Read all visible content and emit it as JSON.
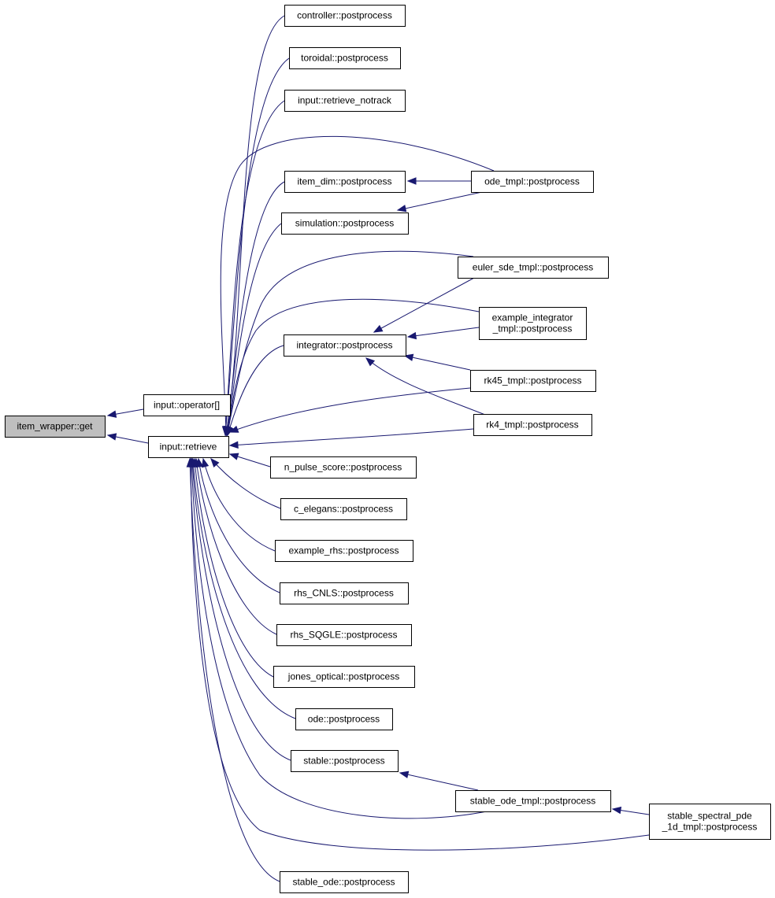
{
  "diagram": {
    "type": "call-graph",
    "colors": {
      "edge": "#191970",
      "root_fill": "#bfbfbf",
      "node_fill": "#ffffff",
      "node_border": "#000000"
    },
    "nodes": [
      {
        "id": "item_wrapper_get",
        "lines": [
          "item_wrapper::get"
        ],
        "root": true
      },
      {
        "id": "input_operator",
        "lines": [
          "input::operator[]"
        ]
      },
      {
        "id": "input_retrieve",
        "lines": [
          "input::retrieve"
        ]
      },
      {
        "id": "controller_pp",
        "lines": [
          "controller::postprocess"
        ]
      },
      {
        "id": "toroidal_pp",
        "lines": [
          "toroidal::postprocess"
        ]
      },
      {
        "id": "input_retrieve_notrack",
        "lines": [
          "input::retrieve_notrack"
        ]
      },
      {
        "id": "item_dim_pp",
        "lines": [
          "item_dim::postprocess"
        ]
      },
      {
        "id": "simulation_pp",
        "lines": [
          "simulation::postprocess"
        ]
      },
      {
        "id": "integrator_pp",
        "lines": [
          "integrator::postprocess"
        ]
      },
      {
        "id": "n_pulse_score_pp",
        "lines": [
          "n_pulse_score::postprocess"
        ]
      },
      {
        "id": "c_elegans_pp",
        "lines": [
          "c_elegans::postprocess"
        ]
      },
      {
        "id": "example_rhs_pp",
        "lines": [
          "example_rhs::postprocess"
        ]
      },
      {
        "id": "rhs_cnls_pp",
        "lines": [
          "rhs_CNLS::postprocess"
        ]
      },
      {
        "id": "rhs_sqgle_pp",
        "lines": [
          "rhs_SQGLE::postprocess"
        ]
      },
      {
        "id": "jones_optical_pp",
        "lines": [
          "jones_optical::postprocess"
        ]
      },
      {
        "id": "ode_pp",
        "lines": [
          "ode::postprocess"
        ]
      },
      {
        "id": "stable_pp",
        "lines": [
          "stable::postprocess"
        ]
      },
      {
        "id": "stable_ode_pp",
        "lines": [
          "stable_ode::postprocess"
        ]
      },
      {
        "id": "ode_tmpl_pp",
        "lines": [
          "ode_tmpl::postprocess"
        ]
      },
      {
        "id": "euler_sde_tmpl_pp",
        "lines": [
          "euler_sde_tmpl::postprocess"
        ]
      },
      {
        "id": "example_integrator_tmpl_pp",
        "lines": [
          "example_integrator",
          "_tmpl::postprocess"
        ]
      },
      {
        "id": "rk45_tmpl_pp",
        "lines": [
          "rk45_tmpl::postprocess"
        ]
      },
      {
        "id": "rk4_tmpl_pp",
        "lines": [
          "rk4_tmpl::postprocess"
        ]
      },
      {
        "id": "stable_ode_tmpl_pp",
        "lines": [
          "stable_ode_tmpl::postprocess"
        ]
      },
      {
        "id": "stable_spectral_pde_1d_tmpl_pp",
        "lines": [
          "stable_spectral_pde",
          "_1d_tmpl::postprocess"
        ]
      }
    ],
    "edges": [
      {
        "from": "input_operator",
        "to": "item_wrapper_get"
      },
      {
        "from": "input_retrieve",
        "to": "item_wrapper_get"
      },
      {
        "from": "controller_pp",
        "to": "input_retrieve"
      },
      {
        "from": "toroidal_pp",
        "to": "input_retrieve"
      },
      {
        "from": "input_retrieve_notrack",
        "to": "input_retrieve"
      },
      {
        "from": "item_dim_pp",
        "to": "input_retrieve"
      },
      {
        "from": "simulation_pp",
        "to": "input_retrieve"
      },
      {
        "from": "integrator_pp",
        "to": "input_retrieve"
      },
      {
        "from": "ode_tmpl_pp",
        "to": "input_retrieve"
      },
      {
        "from": "euler_sde_tmpl_pp",
        "to": "input_retrieve"
      },
      {
        "from": "example_integrator_tmpl_pp",
        "to": "input_retrieve"
      },
      {
        "from": "rk45_tmpl_pp",
        "to": "input_retrieve"
      },
      {
        "from": "rk4_tmpl_pp",
        "to": "input_retrieve"
      },
      {
        "from": "n_pulse_score_pp",
        "to": "input_retrieve"
      },
      {
        "from": "c_elegans_pp",
        "to": "input_retrieve"
      },
      {
        "from": "example_rhs_pp",
        "to": "input_retrieve"
      },
      {
        "from": "rhs_cnls_pp",
        "to": "input_retrieve"
      },
      {
        "from": "rhs_sqgle_pp",
        "to": "input_retrieve"
      },
      {
        "from": "jones_optical_pp",
        "to": "input_retrieve"
      },
      {
        "from": "ode_pp",
        "to": "input_retrieve"
      },
      {
        "from": "stable_pp",
        "to": "input_retrieve"
      },
      {
        "from": "stable_ode_tmpl_pp",
        "to": "input_retrieve"
      },
      {
        "from": "stable_spectral_pde_1d_tmpl_pp",
        "to": "input_retrieve"
      },
      {
        "from": "stable_ode_pp",
        "to": "input_retrieve"
      },
      {
        "from": "ode_tmpl_pp",
        "to": "item_dim_pp"
      },
      {
        "from": "ode_tmpl_pp",
        "to": "simulation_pp"
      },
      {
        "from": "euler_sde_tmpl_pp",
        "to": "integrator_pp"
      },
      {
        "from": "example_integrator_tmpl_pp",
        "to": "integrator_pp"
      },
      {
        "from": "rk45_tmpl_pp",
        "to": "integrator_pp"
      },
      {
        "from": "rk4_tmpl_pp",
        "to": "integrator_pp"
      },
      {
        "from": "stable_ode_tmpl_pp",
        "to": "stable_pp"
      },
      {
        "from": "stable_spectral_pde_1d_tmpl_pp",
        "to": "stable_ode_tmpl_pp"
      }
    ]
  }
}
